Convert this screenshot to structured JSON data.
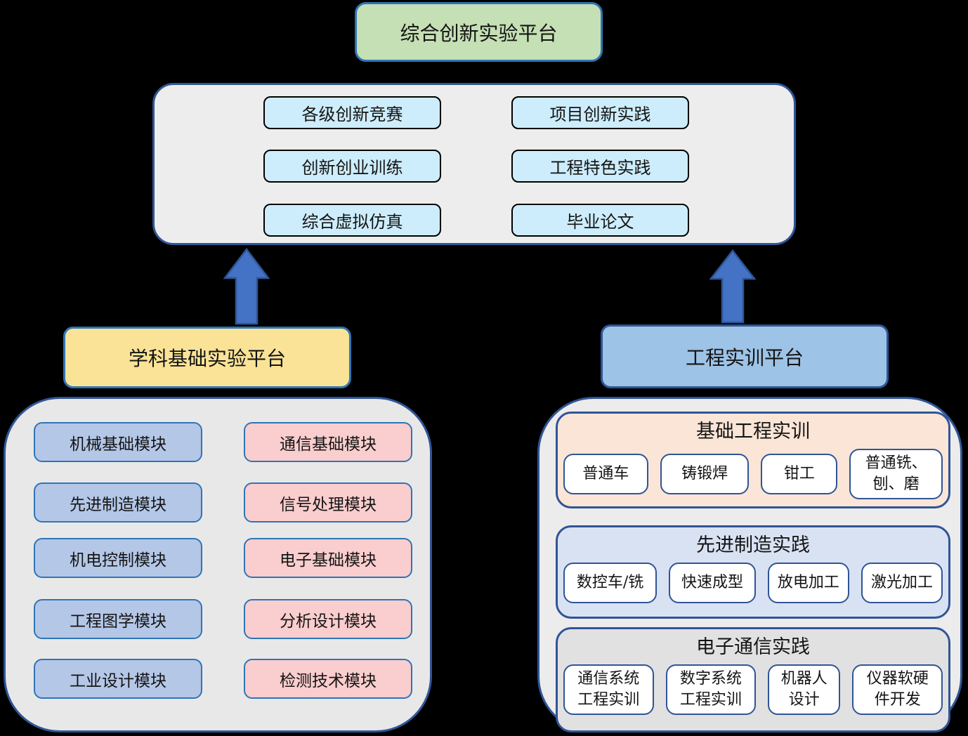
{
  "diagram": {
    "top_platform": "综合创新实验平台",
    "innovation_items": [
      "各级创新竞赛",
      "项目创新实践",
      "创新创业训练",
      "工程特色实践",
      "综合虚拟仿真",
      "毕业论文"
    ],
    "left_platform": {
      "title": "学科基础实验平台",
      "blue_modules": [
        "机械基础模块",
        "先进制造模块",
        "机电控制模块",
        "工程图学模块",
        "工业设计模块"
      ],
      "pink_modules": [
        "通信基础模块",
        "信号处理模块",
        "电子基础模块",
        "分析设计模块",
        "检测技术模块"
      ]
    },
    "right_platform": {
      "title": "工程实训平台",
      "sections": [
        {
          "title": "基础工程实训",
          "items": [
            "普通车",
            "铸锻焊",
            "钳工",
            "普通铣、\n刨、磨"
          ]
        },
        {
          "title": "先进制造实践",
          "items": [
            "数控车/铣",
            "快速成型",
            "放电加工",
            "激光加工"
          ]
        },
        {
          "title": "电子通信实践",
          "items": [
            "通信系统\n工程实训",
            "数字系统\n工程实训",
            "机器人\n设计",
            "仪器软硬\n件开发"
          ]
        }
      ]
    },
    "colors": {
      "background": "#000000",
      "top_platform_fill": "#C5E0B4",
      "innovation_item_fill": "#CDEDFC",
      "left_title_fill": "#FAE397",
      "blue_module_fill": "#B4C7E7",
      "pink_module_fill": "#FACDCE",
      "right_title_fill": "#9DC3E6",
      "section_basic_fill": "#FBE5D6",
      "section_advanced_fill": "#D9E2F3",
      "section_electronic_fill": "#E2E1E1",
      "container_fill": "#EDEDED",
      "border_blue": "#2F5597",
      "arrow_fill": "#4472C4"
    }
  }
}
